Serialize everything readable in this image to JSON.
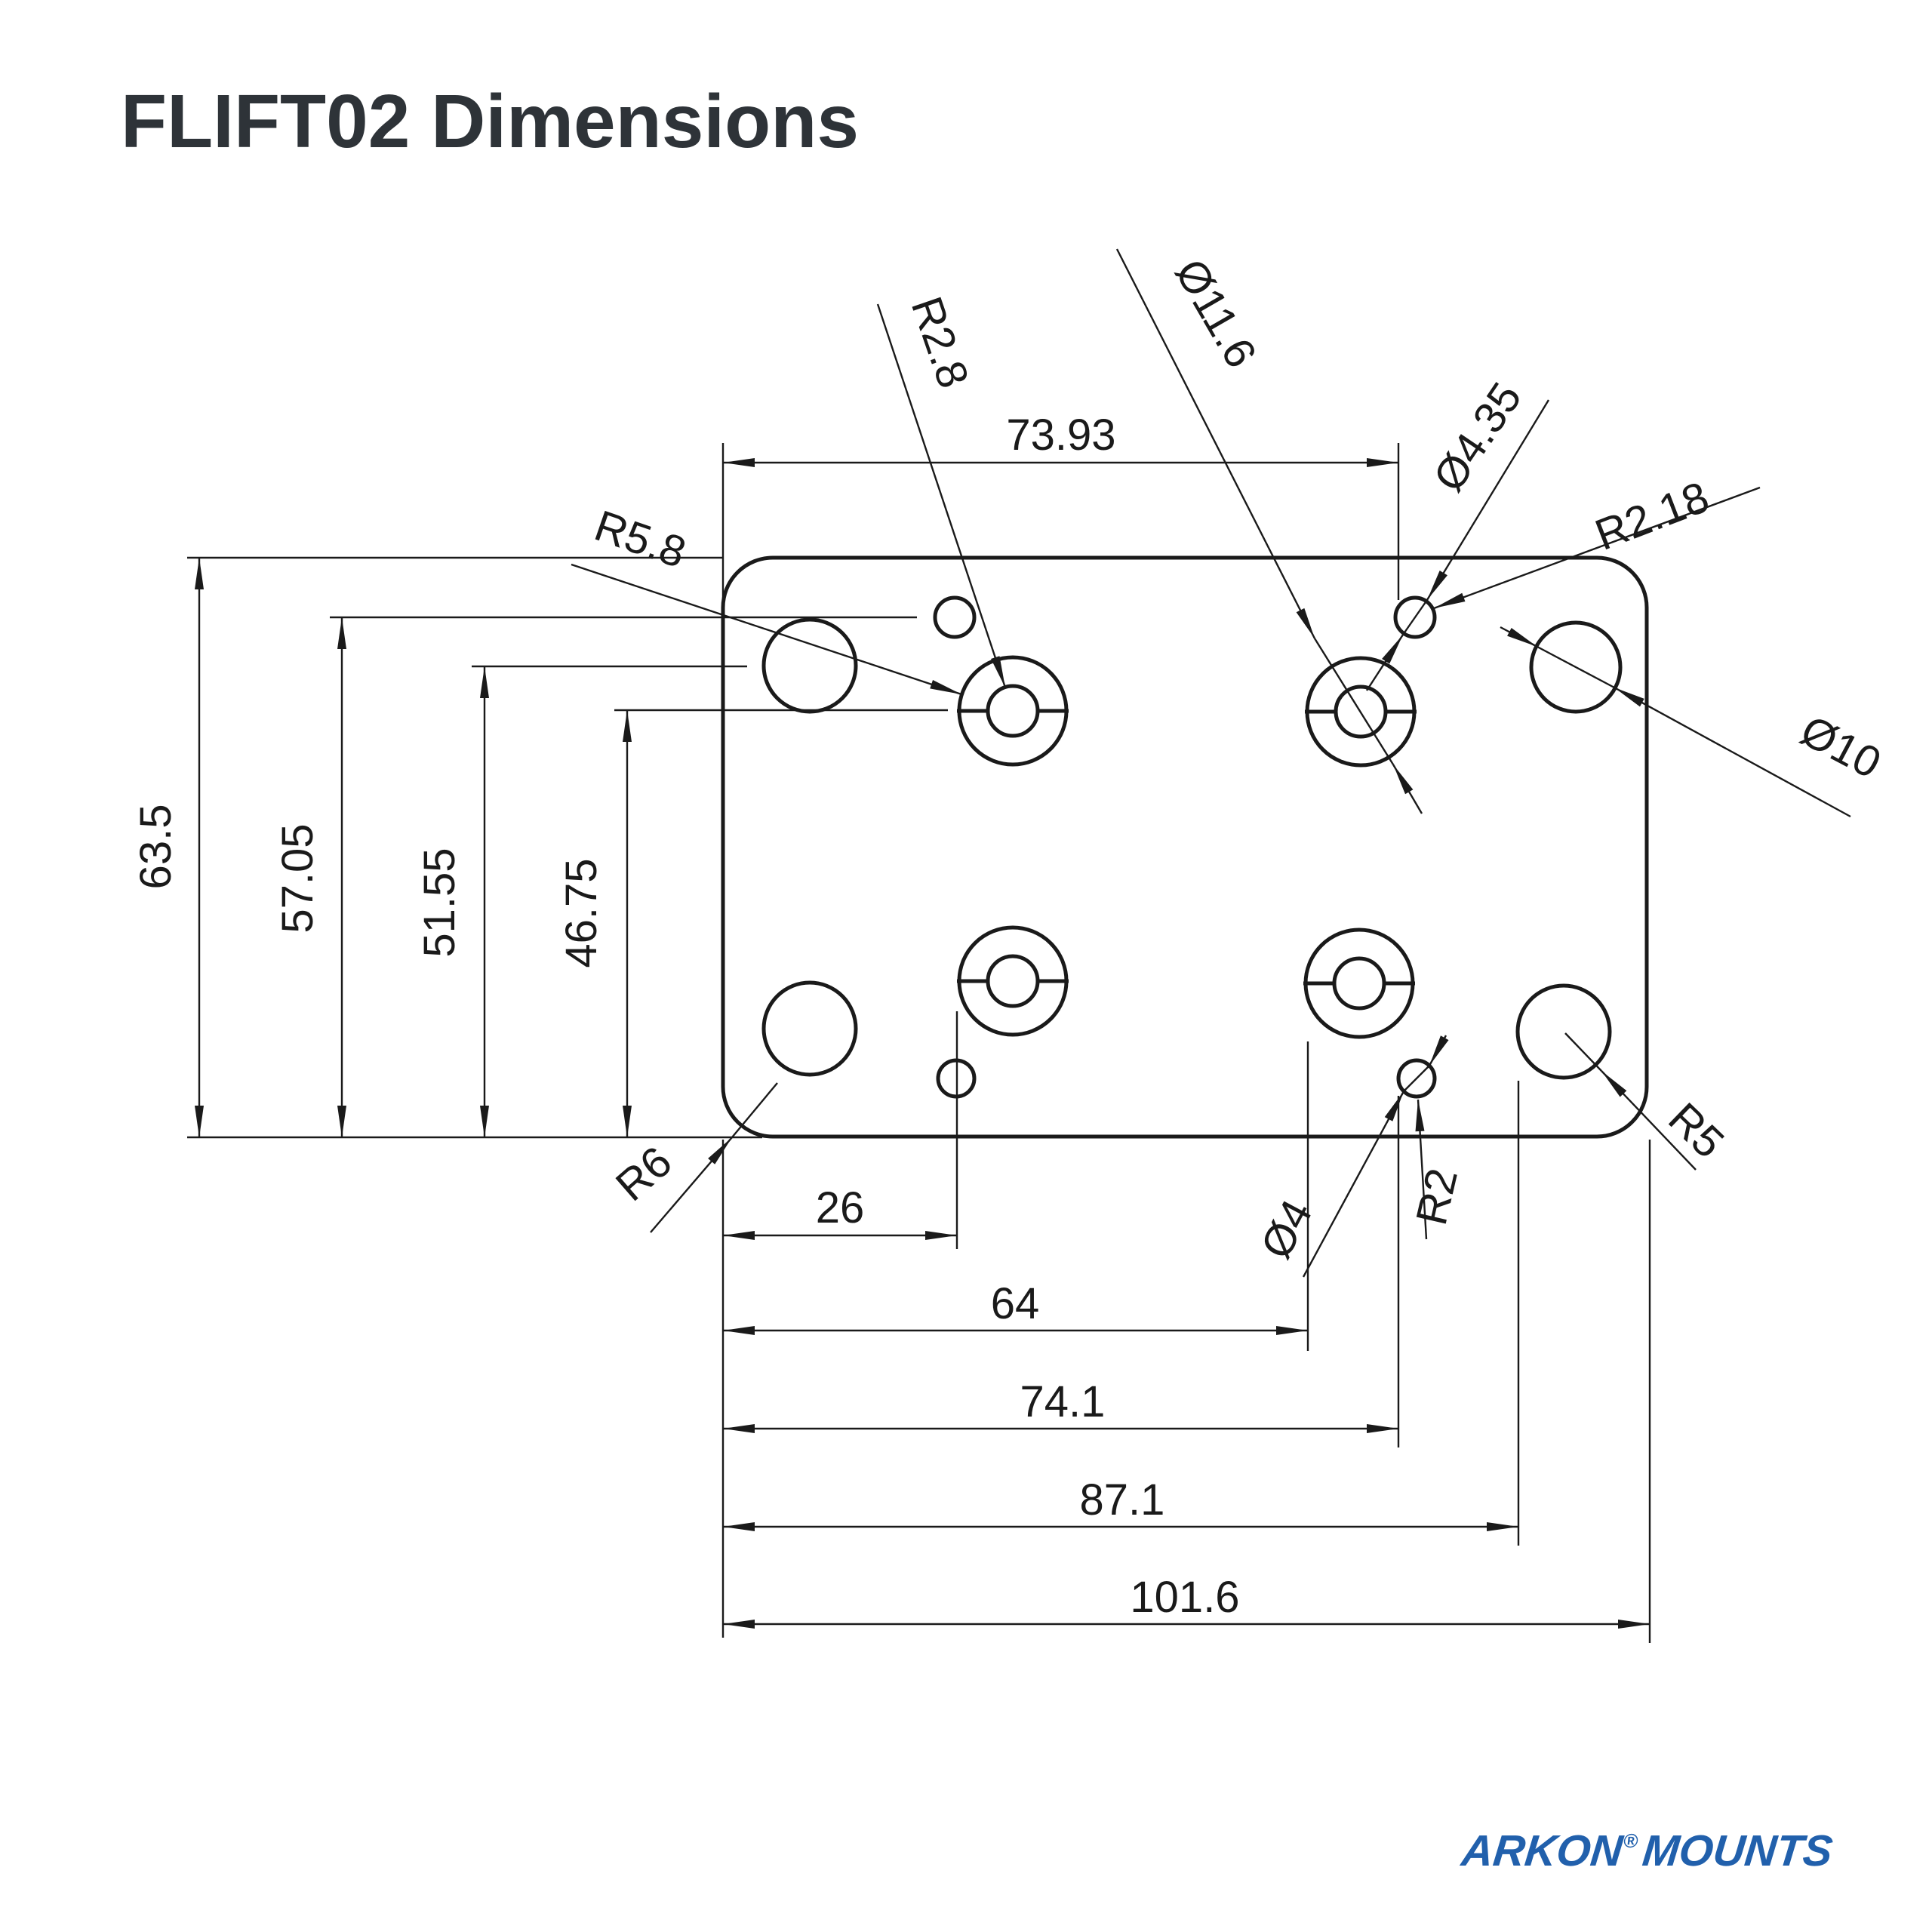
{
  "title": "FLIFT02 Dimensions",
  "dims": {
    "top_width": "73.93",
    "left_1": "63.5",
    "left_2": "57.05",
    "left_3": "51.55",
    "left_4": "46.75",
    "bottom_1": "26",
    "bottom_2": "64",
    "bottom_3": "74.1",
    "bottom_4": "87.1",
    "bottom_5": "101.6"
  },
  "callouts": {
    "r5_8": "R5.8",
    "r2_8": "R2.8",
    "d11_6": "Ø11.6",
    "d4_35": "Ø4.35",
    "r2_18": "R2.18",
    "d10": "Ø10",
    "r6": "R6",
    "r5": "R5",
    "d4": "Ø4",
    "r2": "R2"
  },
  "logo": {
    "brand_primary": "ARKON",
    "registered": "®",
    "brand_secondary": "MOUNTS",
    "color": "#2160ac"
  }
}
